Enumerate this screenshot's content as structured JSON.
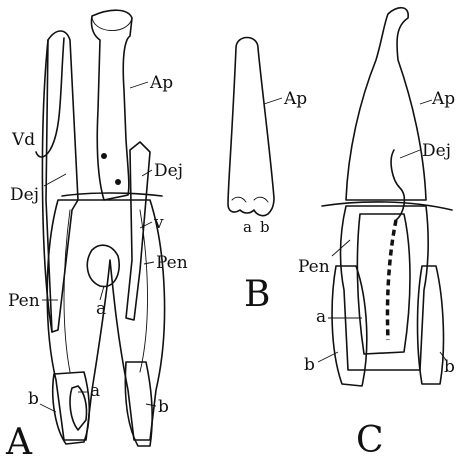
{
  "panels": {
    "A": {
      "panel_label": "A",
      "labels": {
        "ap": "Ap",
        "vd": "Vd",
        "dej_left": "Dej",
        "dej_right": "Dej",
        "v": "v",
        "pen_left": "Pen",
        "pen_right": "Pen",
        "a_mid": "a",
        "a_low": "a",
        "b_left": "b",
        "b_right": "b"
      }
    },
    "B": {
      "panel_label": "B",
      "labels": {
        "ap": "Ap",
        "a": "a",
        "b": "b"
      }
    },
    "C": {
      "panel_label": "C",
      "labels": {
        "ap": "Ap",
        "dej": "Dej",
        "pen": "Pen",
        "a": "a",
        "b_left": "b",
        "b_right": "b"
      }
    }
  },
  "colors": {
    "ink": "#111111",
    "background": "#ffffff"
  }
}
